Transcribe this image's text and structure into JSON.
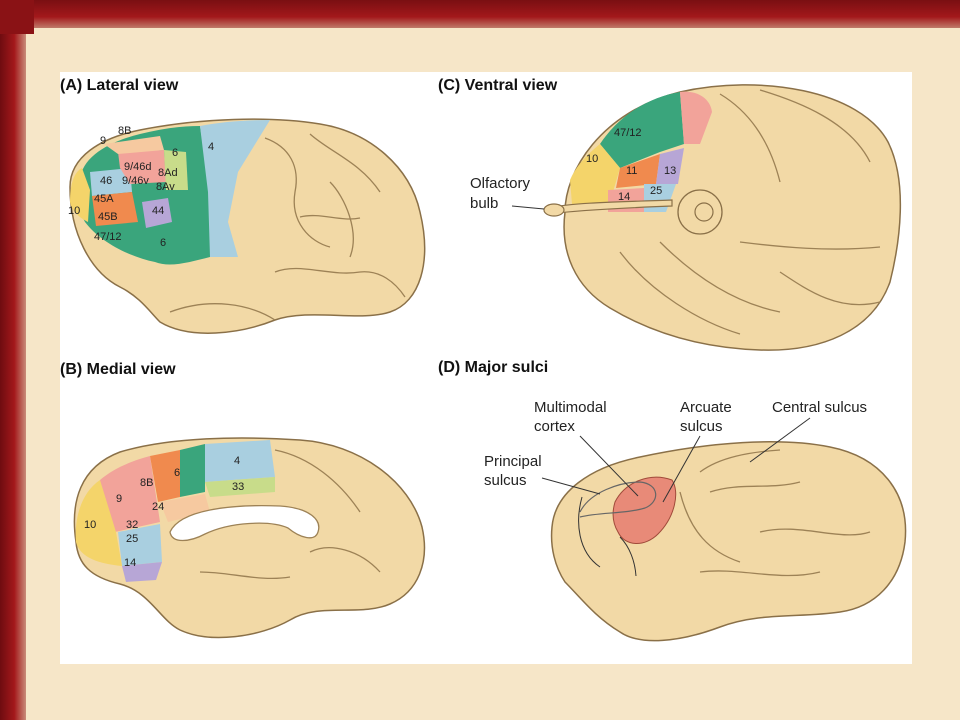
{
  "panels": {
    "a": {
      "title": "(A) Lateral view",
      "areas": [
        "9",
        "8B",
        "9/46d",
        "9/46v",
        "8Ad",
        "8Av",
        "6",
        "4",
        "46",
        "45A",
        "45B",
        "44",
        "10",
        "47/12",
        "6"
      ]
    },
    "b": {
      "title": "(B) Medial view",
      "areas": [
        "6",
        "4",
        "33",
        "9",
        "8B",
        "24",
        "32",
        "25",
        "10",
        "14"
      ]
    },
    "c": {
      "title": "(C) Ventral view",
      "areas": [
        "47/12",
        "10",
        "11",
        "13",
        "14",
        "25"
      ],
      "callout": [
        "Olfactory",
        "bulb"
      ]
    },
    "d": {
      "title": "(D) Major sulci",
      "callouts": {
        "multimodal": [
          "Multimodal",
          "cortex"
        ],
        "arcuate": [
          "Arcuate",
          "sulcus"
        ],
        "central": "Central sulcus",
        "principal": [
          "Principal",
          "sulcus"
        ]
      }
    }
  },
  "colors": {
    "brain": "#f2d9a6",
    "brain_stroke": "#8a7048",
    "frame": "#a3181b",
    "background": "#f6e6c8",
    "green": "#3aa57c",
    "blue": "#a9cfe0",
    "orange": "#f08a4e",
    "yellow": "#f4d46a",
    "purple": "#b7a6d6",
    "pink": "#f2a39a",
    "lightgreen": "#c8dc8a",
    "salmon": "#e88a78"
  }
}
